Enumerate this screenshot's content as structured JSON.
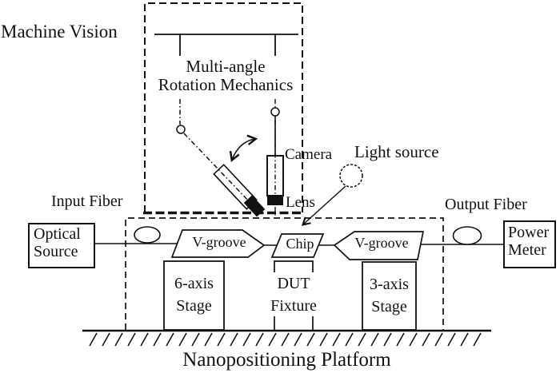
{
  "colors": {
    "ink": "#111111",
    "background": "#ffffff"
  },
  "vision_module": {
    "title": "Machine Vision",
    "mechanics_line1": "Multi-angle",
    "mechanics_line2": "Rotation Mechanics",
    "camera": "Camera",
    "lens": "Lens",
    "light_source": "Light source"
  },
  "input_path": {
    "fiber": "Input Fiber",
    "source_line1": "Optical",
    "source_line2": "Source",
    "v_groove": "V-groove",
    "stage_line1": "6-axis",
    "stage_line2": "Stage"
  },
  "dut": {
    "chip": "Chip",
    "fixture_line1": "DUT",
    "fixture_line2": "Fixture"
  },
  "output_path": {
    "fiber": "Output Fiber",
    "meter_line1": "Power",
    "meter_line2": "Meter",
    "v_groove": "V-groove",
    "stage_line1": "3-axis",
    "stage_line2": "Stage"
  },
  "platform": {
    "label": "Nanopositioning Platform"
  }
}
